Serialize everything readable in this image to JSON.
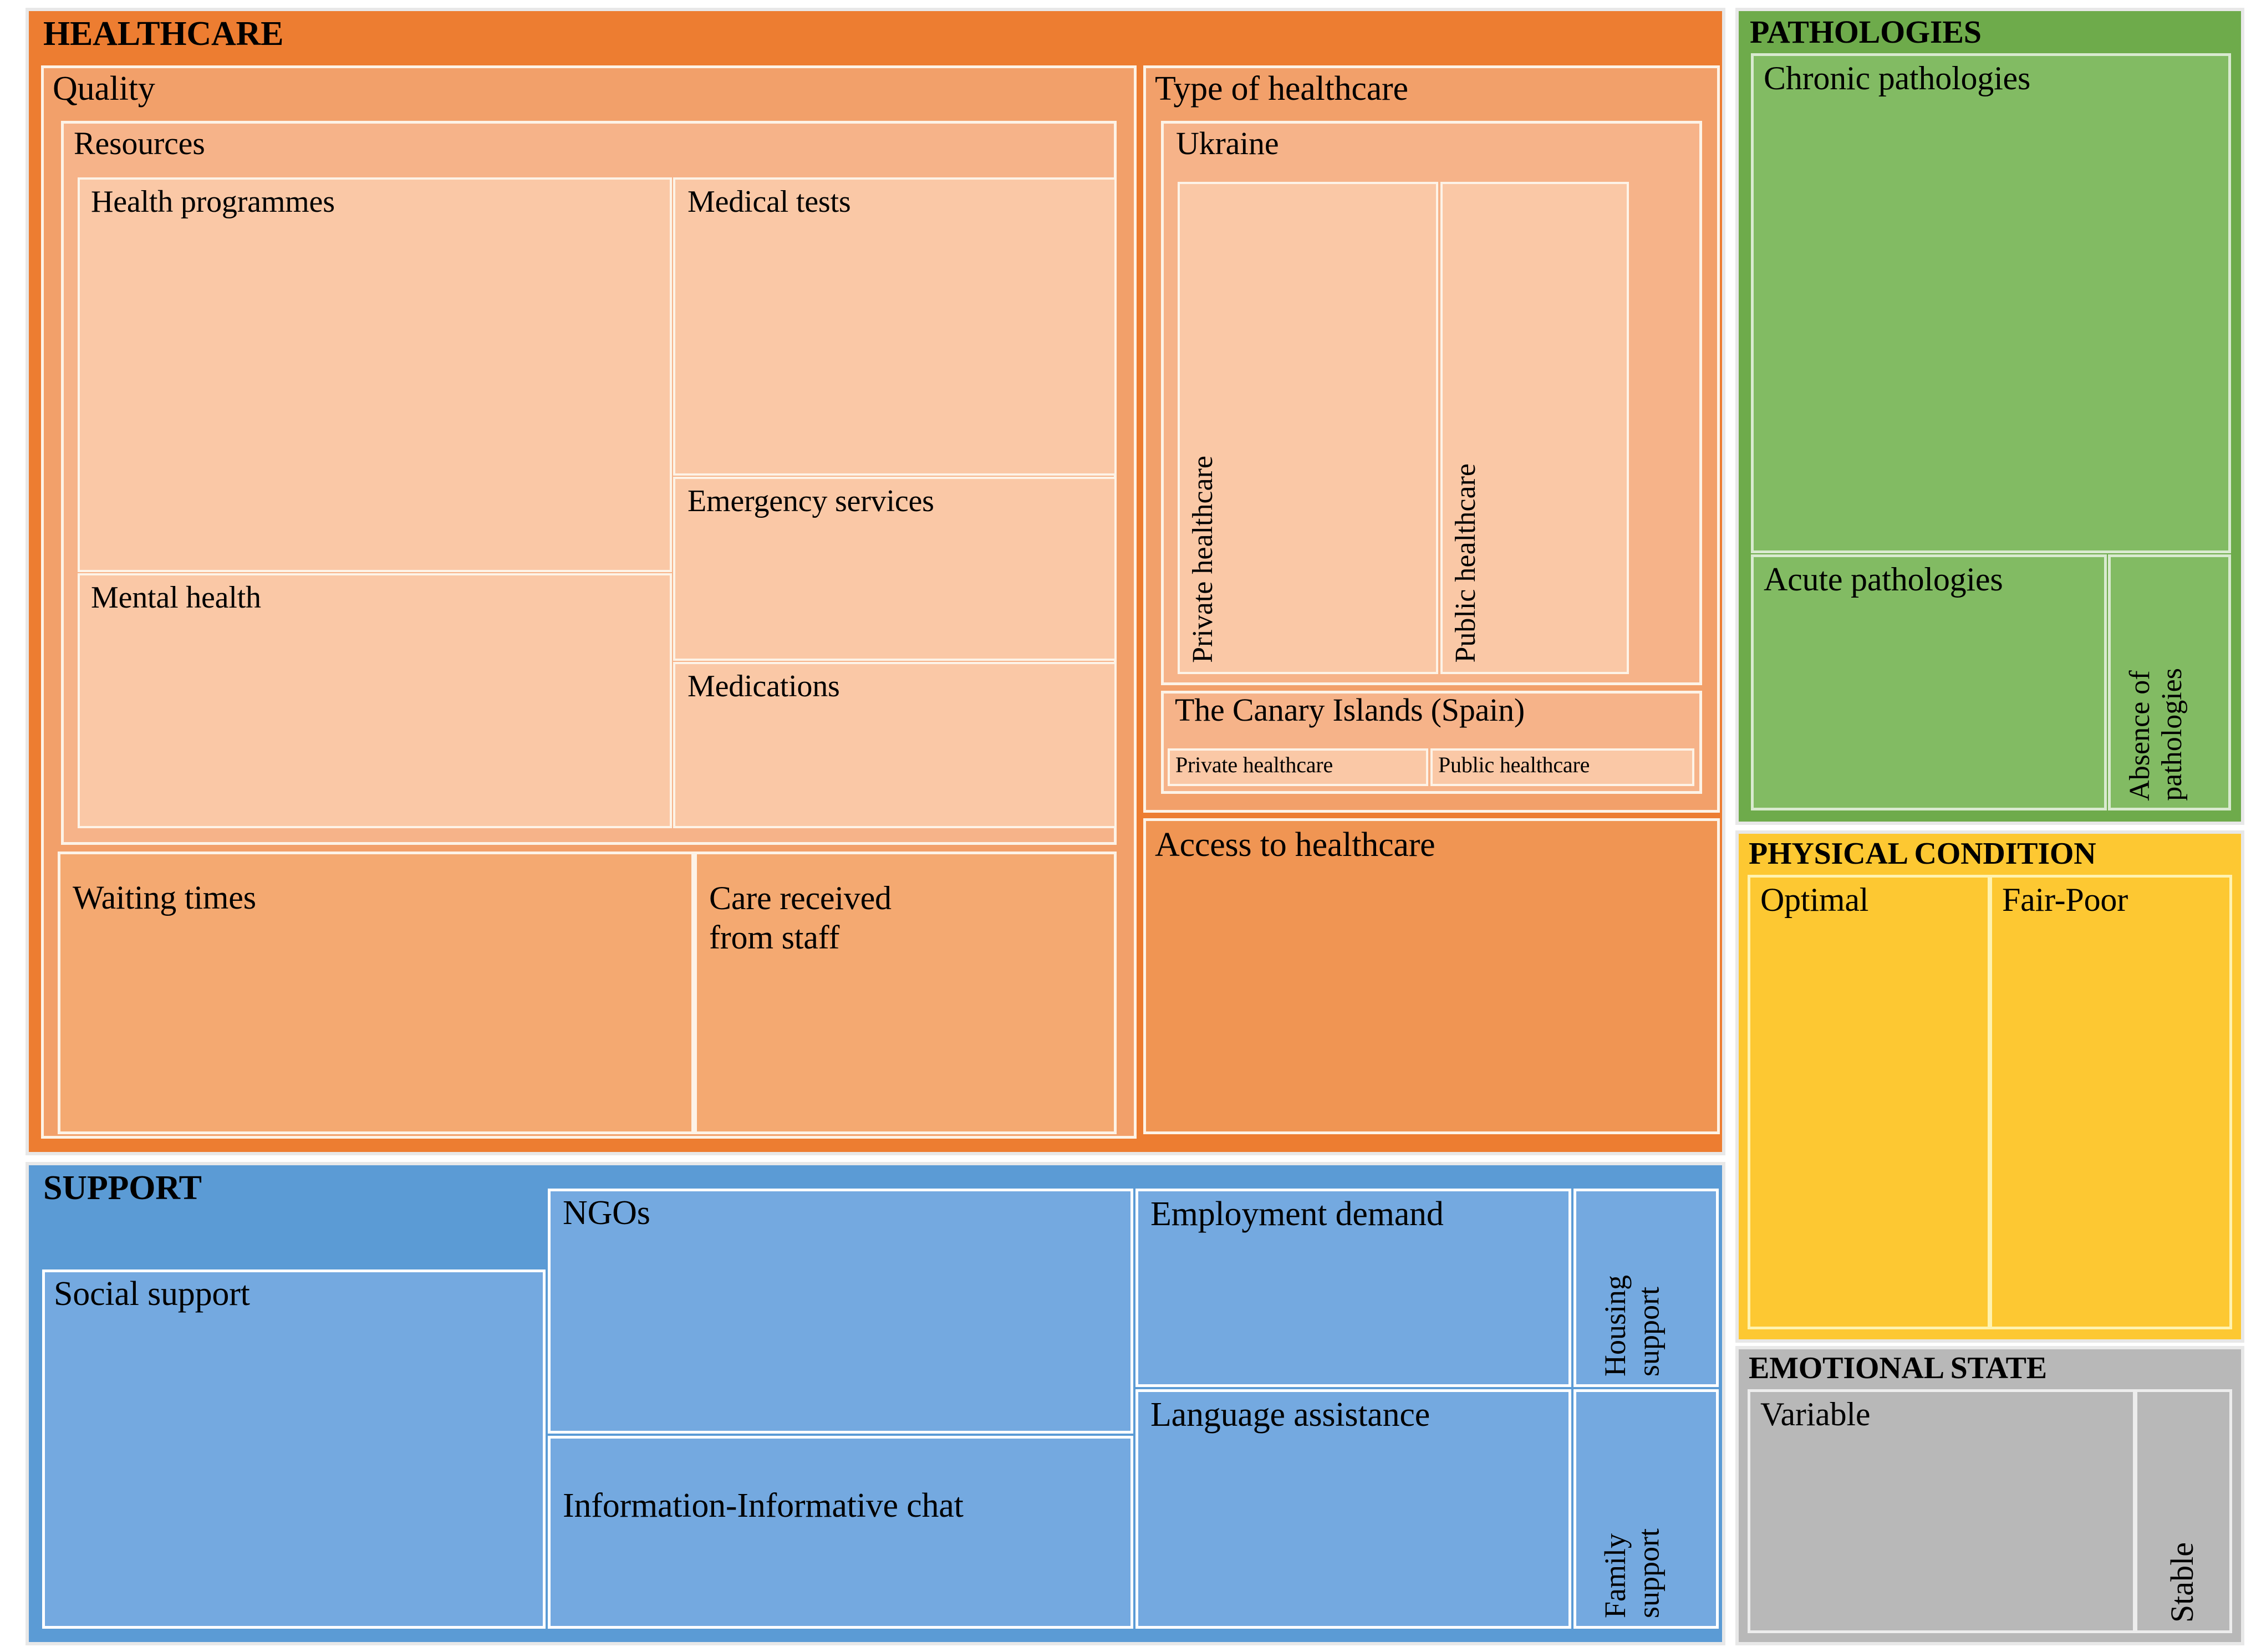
{
  "diagram": {
    "type": "treemap",
    "title": "",
    "groups": [
      {
        "id": "healthcare",
        "label": "HEALTHCARE",
        "color": "#ed7d31",
        "children": [
          {
            "label": "Quality",
            "children": [
              {
                "label": "Resources",
                "children": [
                  {
                    "label": "Health programmes"
                  },
                  {
                    "label": "Mental health"
                  },
                  {
                    "label": "Medical tests"
                  },
                  {
                    "label": "Emergency services"
                  },
                  {
                    "label": "Medications"
                  }
                ]
              },
              {
                "label": "Waiting times"
              },
              {
                "label": "Care received\nfrom staff"
              }
            ]
          },
          {
            "label": "Type of healthcare",
            "children": [
              {
                "label": "Ukraine",
                "children": [
                  {
                    "label": "Private healthcare"
                  },
                  {
                    "label": "Public healthcare"
                  }
                ]
              },
              {
                "label": "The Canary Islands (Spain)",
                "children": [
                  {
                    "label": "Private healthcare"
                  },
                  {
                    "label": "Public healthcare"
                  }
                ]
              }
            ]
          },
          {
            "label": "Access to healthcare"
          }
        ]
      },
      {
        "id": "support",
        "label": "SUPPORT",
        "color": "#5b9bd5",
        "children": [
          {
            "label": "Social support"
          },
          {
            "label": "NGOs"
          },
          {
            "label": "Information-Informative chat"
          },
          {
            "label": "Employment demand"
          },
          {
            "label": "Language assistance"
          },
          {
            "label": "Housing\nsupport"
          },
          {
            "label": "Family\nsupport"
          }
        ]
      },
      {
        "id": "pathologies",
        "label": "PATHOLOGIES",
        "color": "#82bb63",
        "children": [
          {
            "label": "Chronic pathologies"
          },
          {
            "label": "Acute pathologies"
          },
          {
            "label": "Absence of\npathologies"
          }
        ]
      },
      {
        "id": "physical_condition",
        "label": "PHYSICAL CONDITION",
        "color": "#fdc832",
        "children": [
          {
            "label": "Optimal"
          },
          {
            "label": "Fair-Poor"
          }
        ]
      },
      {
        "id": "emotional_state",
        "label": "EMOTIONAL STATE",
        "color": "#b8b8b8",
        "children": [
          {
            "label": "Variable"
          },
          {
            "label": "Stable"
          }
        ]
      }
    ]
  },
  "healthcare": {
    "header": "HEALTHCARE",
    "quality": "Quality",
    "resources": "Resources",
    "health_programmes": "Health programmes",
    "mental_health": "Mental health",
    "medical_tests": "Medical tests",
    "emergency_services": "Emergency services",
    "medications": "Medications",
    "waiting_times": "Waiting times",
    "care_received": "Care received\nfrom staff",
    "type_of_healthcare": "Type of healthcare",
    "ukraine": "Ukraine",
    "ukraine_private": "Private healthcare",
    "ukraine_public": "Public healthcare",
    "canary": "The Canary Islands (Spain)",
    "canary_private": "Private healthcare",
    "canary_public": "Public healthcare",
    "access": "Access to healthcare"
  },
  "support": {
    "header": "SUPPORT",
    "social_support": "Social support",
    "ngos": "NGOs",
    "info_chat": "Information-Informative chat",
    "employment_demand": "Employment demand",
    "language_assistance": "Language assistance",
    "housing_support": "Housing\nsupport",
    "family_support": "Family\nsupport"
  },
  "pathologies": {
    "header": "PATHOLOGIES",
    "chronic": "Chronic pathologies",
    "acute": "Acute pathologies",
    "absence": "Absence of\npathologies"
  },
  "physical_condition": {
    "header": "PHYSICAL CONDITION",
    "optimal": "Optimal",
    "fair_poor": "Fair-Poor"
  },
  "emotional_state": {
    "header": "EMOTIONAL STATE",
    "variable": "Variable",
    "stable": "Stable"
  },
  "colors": {
    "healthcare": "#ed7d31",
    "healthcare_light": "#fac8a6",
    "healthcare_mid": "#f4a971",
    "support": "#5b9bd5",
    "support_light": "#74a9e0",
    "pathologies": "#82bb63",
    "physical_condition": "#fdc832",
    "emotional_state": "#b8b8b8"
  }
}
